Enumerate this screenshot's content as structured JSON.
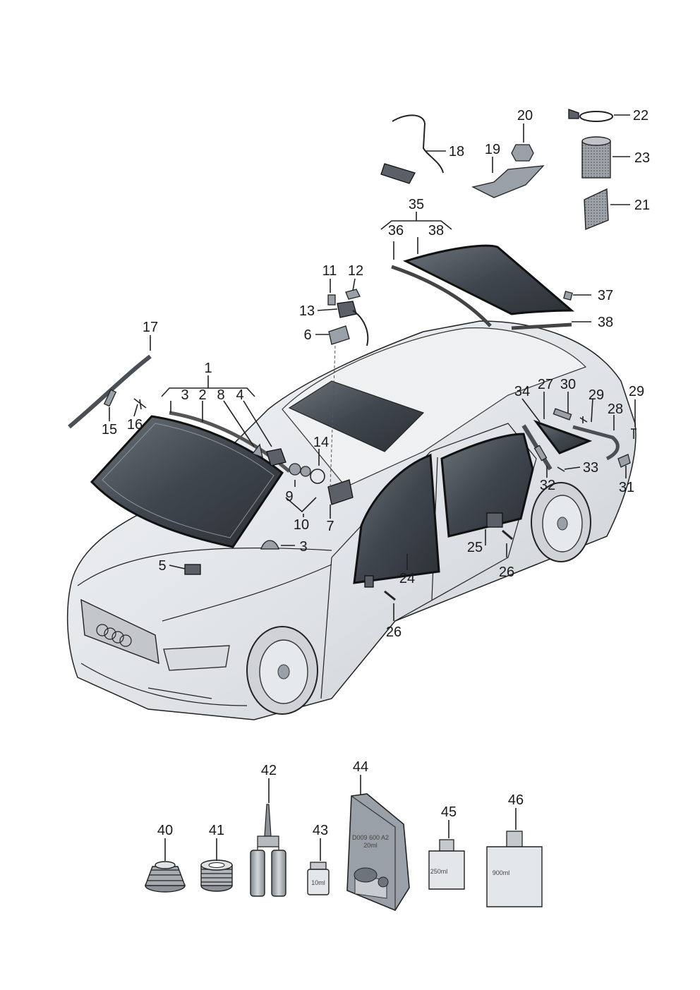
{
  "diagram": {
    "labels": {
      "l1": "1",
      "l2": "2",
      "l3": "3",
      "l3b": "3",
      "l4": "4",
      "l5": "5",
      "l6": "6",
      "l7": "7",
      "l8": "8",
      "l9": "9",
      "l10": "10",
      "l11": "11",
      "l12": "12",
      "l13": "13",
      "l14": "14",
      "l15": "15",
      "l16": "16",
      "l17": "17",
      "l18": "18",
      "l19": "19",
      "l20": "20",
      "l21": "21",
      "l22": "22",
      "l23": "23",
      "l24": "24",
      "l25": "25",
      "l26": "26",
      "l26b": "26",
      "l27": "27",
      "l28": "28",
      "l29": "29",
      "l29b": "29",
      "l30": "30",
      "l31": "31",
      "l32": "32",
      "l33": "33",
      "l34": "34",
      "l35": "35",
      "l36": "36",
      "l38": "38",
      "l38b": "38",
      "l37": "37",
      "l40": "40",
      "l41": "41",
      "l42": "42",
      "l43": "43",
      "l44": "44",
      "l45": "45",
      "l46": "46"
    },
    "product_text": {
      "bottle_43": "10ml",
      "bottle_45": "250ml",
      "bottle_46": "900ml",
      "bag_44_line1": "D009 600 A2",
      "bag_44_line2": "20ml"
    },
    "colors": {
      "glass": "#3f464d",
      "body": "#e4e7ea",
      "line": "#1c1c1c"
    }
  }
}
